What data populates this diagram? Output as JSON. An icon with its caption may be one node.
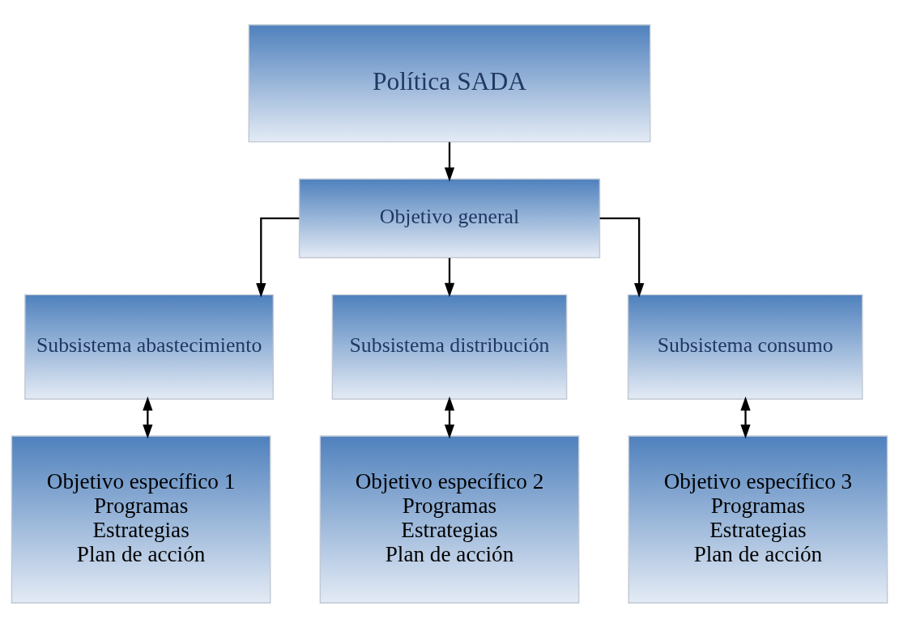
{
  "diagram": {
    "nodes": [
      {
        "text": [
          "Política SADA"
        ]
      },
      {
        "text": [
          "Objetivo general"
        ]
      },
      {
        "text": [
          "Subsistema abastecimiento"
        ]
      },
      {
        "text": [
          "Subsistema distribución"
        ]
      },
      {
        "text": [
          "Subsistema consumo"
        ]
      },
      {
        "text": [
          "Objetivo específico 1",
          "Programas",
          "Estrategias",
          "Plan de acción"
        ]
      },
      {
        "text": [
          "Objetivo específico 2",
          "Programas",
          "Estrategias",
          "Plan de acción"
        ]
      },
      {
        "text": [
          "Objetivo específico 3",
          "Programas",
          "Estrategias",
          "Plan de acción"
        ]
      }
    ],
    "edges": [
      {
        "from": 0,
        "to": 1,
        "arrow": "to"
      },
      {
        "from": 1,
        "to": 2,
        "arrow": "to"
      },
      {
        "from": 1,
        "to": 3,
        "arrow": "to"
      },
      {
        "from": 1,
        "to": 4,
        "arrow": "to"
      },
      {
        "from": 2,
        "to": 5,
        "arrow": "both"
      },
      {
        "from": 3,
        "to": 6,
        "arrow": "both"
      },
      {
        "from": 4,
        "to": 7,
        "arrow": "both"
      }
    ]
  }
}
